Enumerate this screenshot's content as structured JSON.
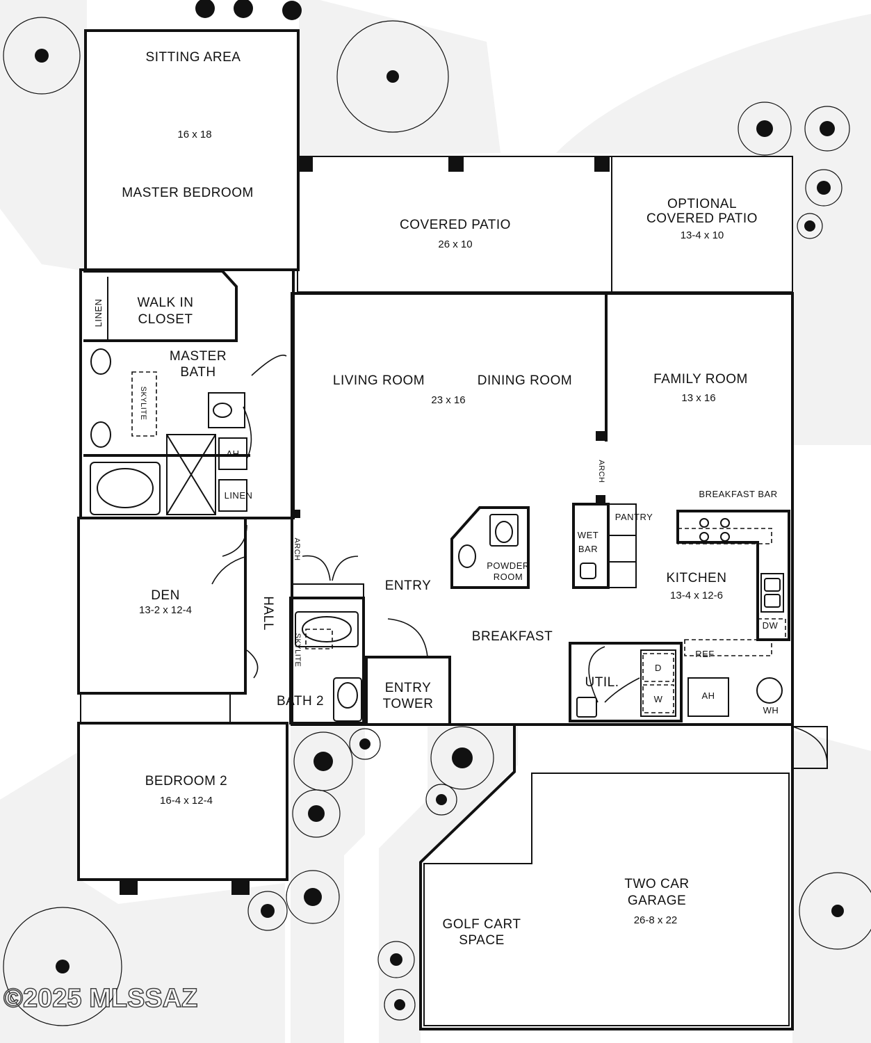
{
  "rooms": {
    "sitting_area": "SITTING AREA",
    "master_bedroom": "MASTER BEDROOM",
    "master_bedroom_dim": "16 x 18",
    "covered_patio": "COVERED PATIO",
    "covered_patio_dim": "26 x 10",
    "optional_patio_line1": "OPTIONAL",
    "optional_patio_line2": "COVERED PATIO",
    "optional_patio_dim": "13-4 x 10",
    "walk_in_closet_line1": "WALK IN",
    "walk_in_closet_line2": "CLOSET",
    "linen_1": "LINEN",
    "master_bath_line1": "MASTER",
    "master_bath_line2": "BATH",
    "skylite_1": "SKYLITE",
    "ah_1": "AH",
    "linen_2": "LINEN",
    "living_room": "LIVING ROOM",
    "dining_room": "DINING ROOM",
    "living_dining_dim": "23 x 16",
    "family_room": "FAMILY ROOM",
    "family_room_dim": "13 x 16",
    "arch_1": "ARCH",
    "breakfast_bar": "BREAKFAST BAR",
    "pantry": "PANTRY",
    "wet_bar_line1": "WET",
    "wet_bar_line2": "BAR",
    "powder_room_line1": "POWDER",
    "powder_room_line2": "ROOM",
    "kitchen": "KITCHEN",
    "kitchen_dim": "13-4 x 12-6",
    "arch_2": "ARCH",
    "den": "DEN",
    "den_dim": "13-2 x 12-4",
    "hall": "HALL",
    "entry": "ENTRY",
    "breakfast": "BREAKFAST",
    "dw": "DW",
    "ref": "REF",
    "skylite_2": "SKYLITE",
    "util": "UTIL.",
    "dryer": "D",
    "washer": "W",
    "ah_2": "AH",
    "wh": "WH",
    "bath_2": "BATH 2",
    "entry_tower_line1": "ENTRY",
    "entry_tower_line2": "TOWER",
    "bedroom_2": "BEDROOM 2",
    "bedroom_2_dim": "16-4 x 12-4",
    "garage_line1": "TWO CAR",
    "garage_line2": "GARAGE",
    "garage_dim": "26-8 x 22",
    "golf_cart_line1": "GOLF CART",
    "golf_cart_line2": "SPACE"
  },
  "watermark": "©2025 MLSSAZ"
}
